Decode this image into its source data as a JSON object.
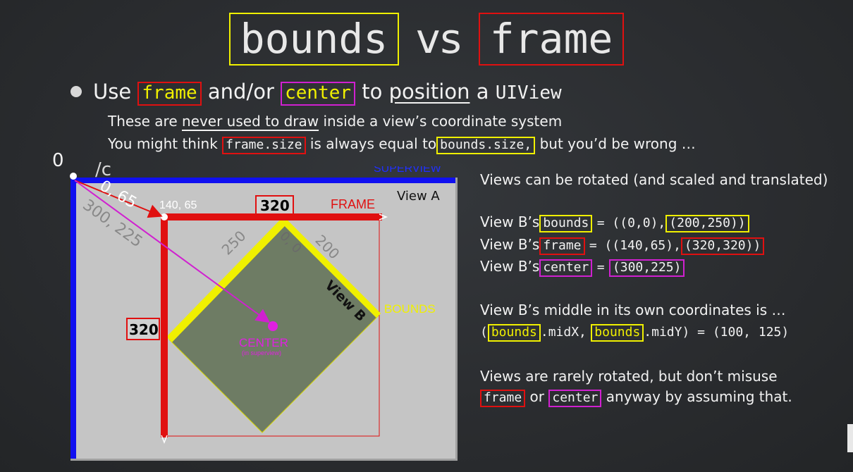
{
  "title": {
    "bounds": "bounds",
    "vs": "vs",
    "frame": "frame"
  },
  "bullet": {
    "use": "Use",
    "frame": "frame",
    "andor": "and/or",
    "center": "center",
    "to": "to",
    "position": "position",
    "a": "a",
    "uiview": "UIView"
  },
  "sub1": {
    "a": "These are",
    "b": "never used to draw",
    "c": "inside a view’s coordinate system"
  },
  "sub2": {
    "a": "You might think",
    "b": "frame.size",
    "c": "is always equal to",
    "d": "bounds.size,",
    "e": "but you’d be wrong …"
  },
  "zero_label": "0",
  "partial_text": "/c",
  "diagram": {
    "superview": "SUPERVIEW",
    "view_a": "View A",
    "view_b": "View B",
    "origin_label": "140, 65",
    "origin_partial": "0, 65",
    "frame_label": "FRAME",
    "frame_width": "320",
    "frame_height": "320",
    "bounds_label": "BOUNDS",
    "center_label": "CENTER",
    "center_sub": "(in superview)",
    "diag_center": "300, 225",
    "side_250": "250",
    "side_200": "200",
    "local_origin": "0, 0"
  },
  "right": {
    "line1": "Views can be rotated (and scaled and translated)",
    "bounds_prefix": "View B’s",
    "bounds_kw": "bounds",
    "bounds_eq": "= ((0,0),",
    "bounds_val": "(200,250))",
    "frame_prefix": "View B’s",
    "frame_kw": "frame",
    "frame_eq": "= ((140,65),",
    "frame_val": "(320,320))",
    "center_prefix": "View B’s",
    "center_kw": "center",
    "center_eq": "=",
    "center_val": "(300,225)",
    "middle_line": "View B’s middle in its own coordinates is …",
    "mid_open": "(",
    "mid_b1": "bounds",
    "mid_x": ".midX,",
    "mid_b2": "bounds",
    "mid_y": ".midY) = (100, 125)",
    "rarely": "Views are rarely rotated, but don’t misuse",
    "last_frame": "frame",
    "last_or": "or",
    "last_center": "center",
    "last_rest": "anyway by assuming that."
  },
  "colors": {
    "frame": "#e01010",
    "bounds": "#f0f000",
    "center": "#d020d0",
    "superview": "#1010f0"
  }
}
